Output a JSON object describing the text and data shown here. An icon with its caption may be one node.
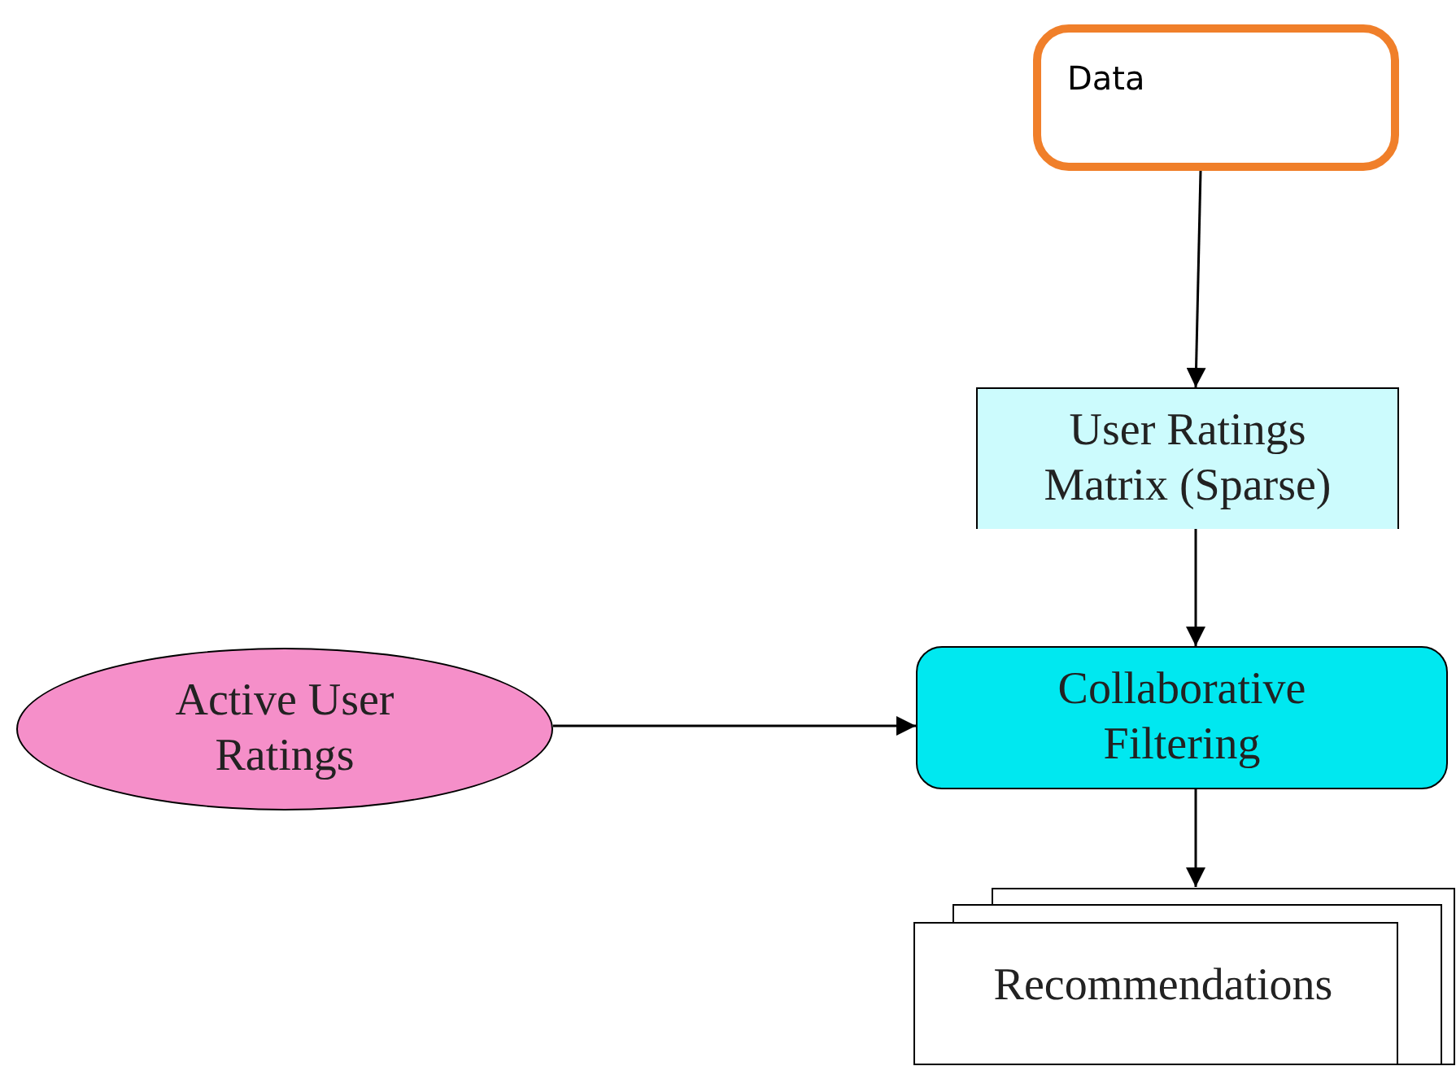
{
  "diagram": {
    "nodes": [
      {
        "text": [
          "Data"
        ]
      },
      {
        "text": [
          "User Ratings Matrix (Sparse)"
        ]
      },
      {
        "text": [
          "Collaborative Filtering"
        ]
      },
      {
        "text": [
          "Active User Ratings"
        ]
      },
      {
        "text": [
          "Recommendations"
        ]
      }
    ],
    "edges": [
      {
        "from": 0,
        "to": 1,
        "arrow": "to"
      },
      {
        "from": 1,
        "to": 2,
        "arrow": "to"
      },
      {
        "from": 3,
        "to": 2,
        "arrow": "to"
      },
      {
        "from": 2,
        "to": 4,
        "arrow": "to"
      }
    ]
  }
}
